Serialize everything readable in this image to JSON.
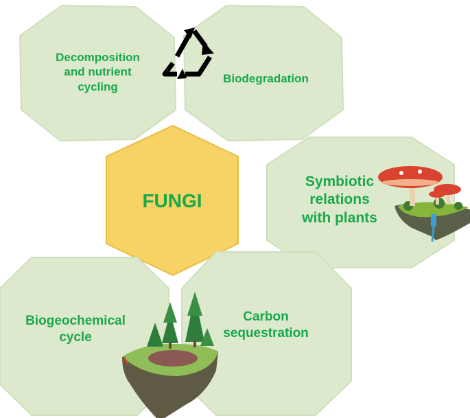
{
  "diagram": {
    "center": {
      "label": "FUNGI"
    },
    "hexagons": [
      {
        "id": "decomposition",
        "lines": [
          "Decomposition",
          "and nutrient",
          "cycling"
        ]
      },
      {
        "id": "biodegradation",
        "lines": [
          "Biodegradation"
        ]
      },
      {
        "id": "symbiotic",
        "lines": [
          "Symbiotic",
          "relations",
          "with plants"
        ]
      },
      {
        "id": "biogeochemical",
        "lines": [
          "Biogeochemical",
          "cycle"
        ]
      },
      {
        "id": "carbon",
        "lines": [
          "Carbon",
          "sequestration"
        ]
      }
    ],
    "illustrations": [
      "recycle-icon",
      "floating-mushroom-island",
      "floating-forest-island"
    ]
  },
  "colors": {
    "hex_fill": "#dde9cd",
    "hex_stroke": "#cfdfbd",
    "center_fill": "#f7d264",
    "center_stroke": "#e8bd45",
    "text_green": "#18a84a"
  }
}
